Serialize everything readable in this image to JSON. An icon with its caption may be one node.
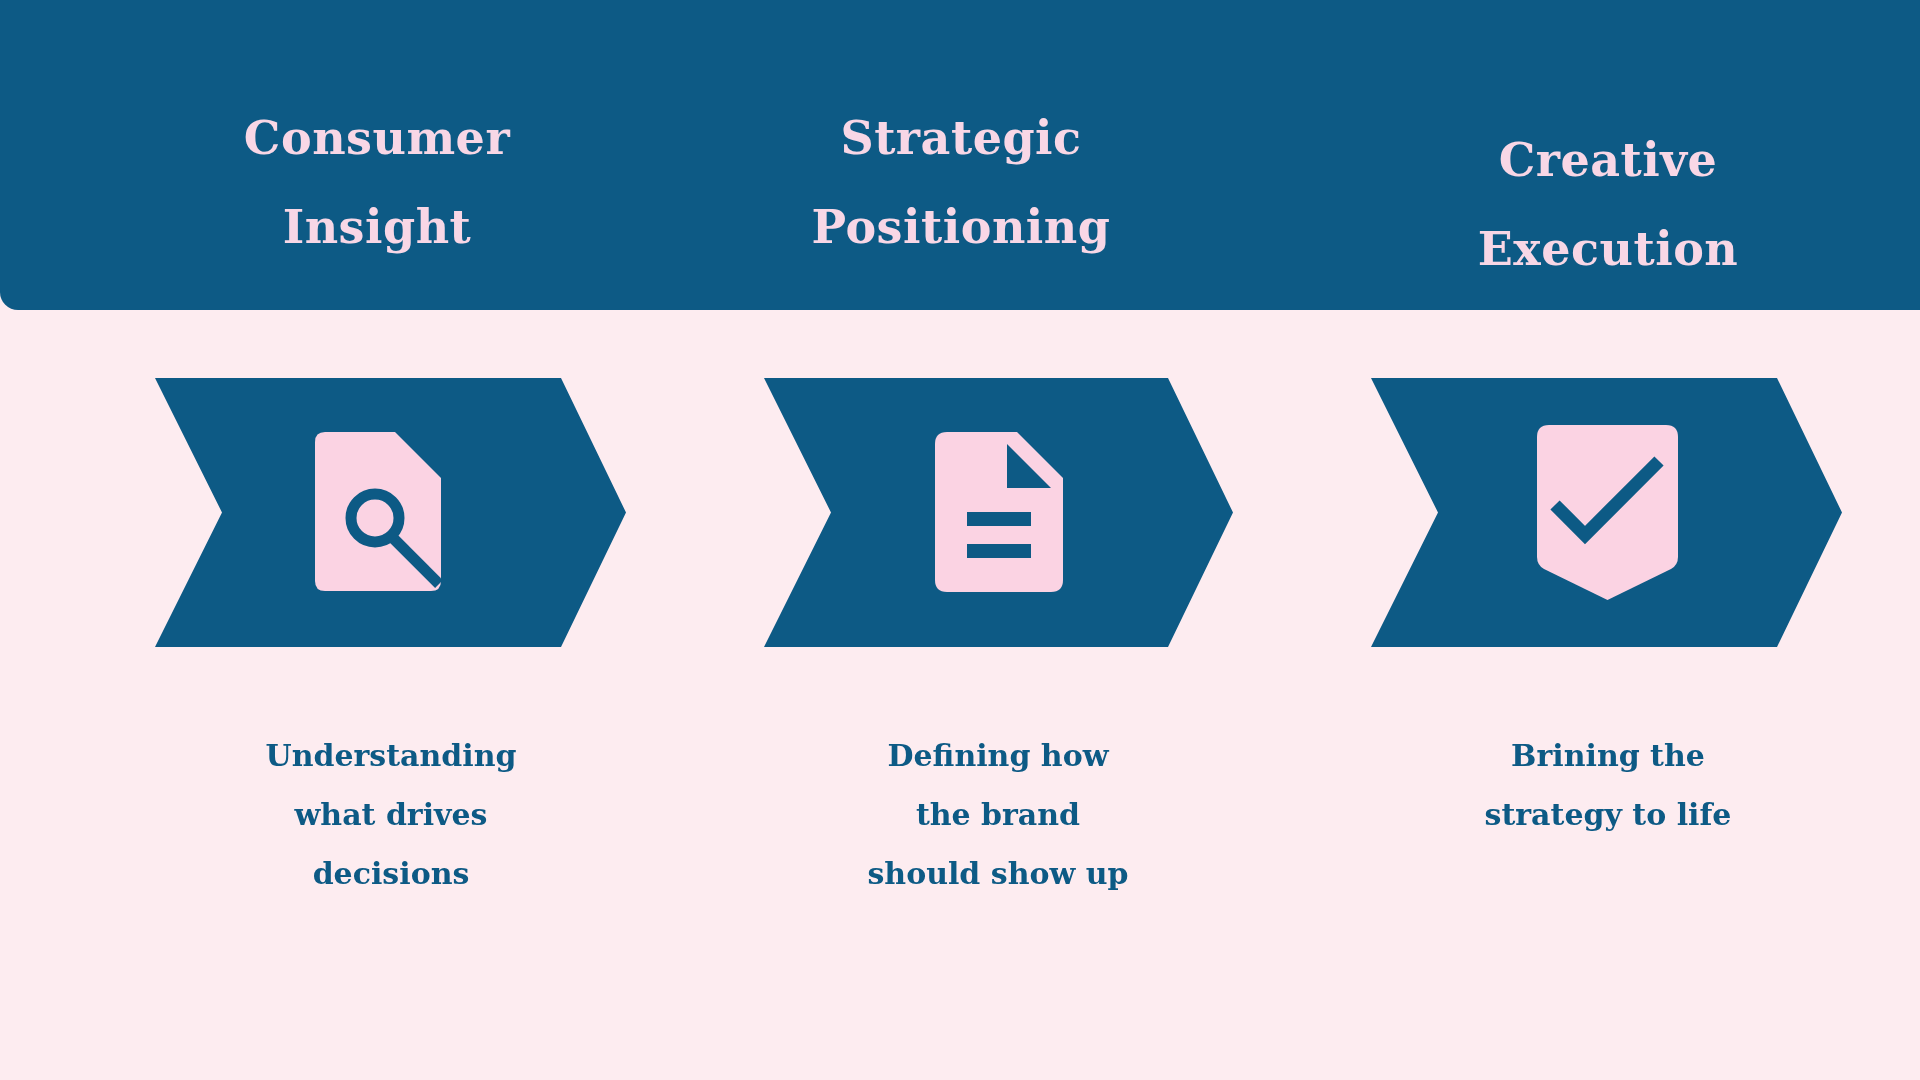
{
  "diagram": {
    "nodes": [
      {
        "text": [
          "Consumer Insight"
        ],
        "beside": [
          "Understanding what drives decisions"
        ]
      },
      {
        "text": [
          "Strategic Positioning"
        ],
        "beside": [
          "Defining how the brand should show up"
        ]
      },
      {
        "text": [
          "Creative Execution"
        ],
        "beside": [
          "Brining the strategy to life"
        ]
      }
    ]
  }
}
